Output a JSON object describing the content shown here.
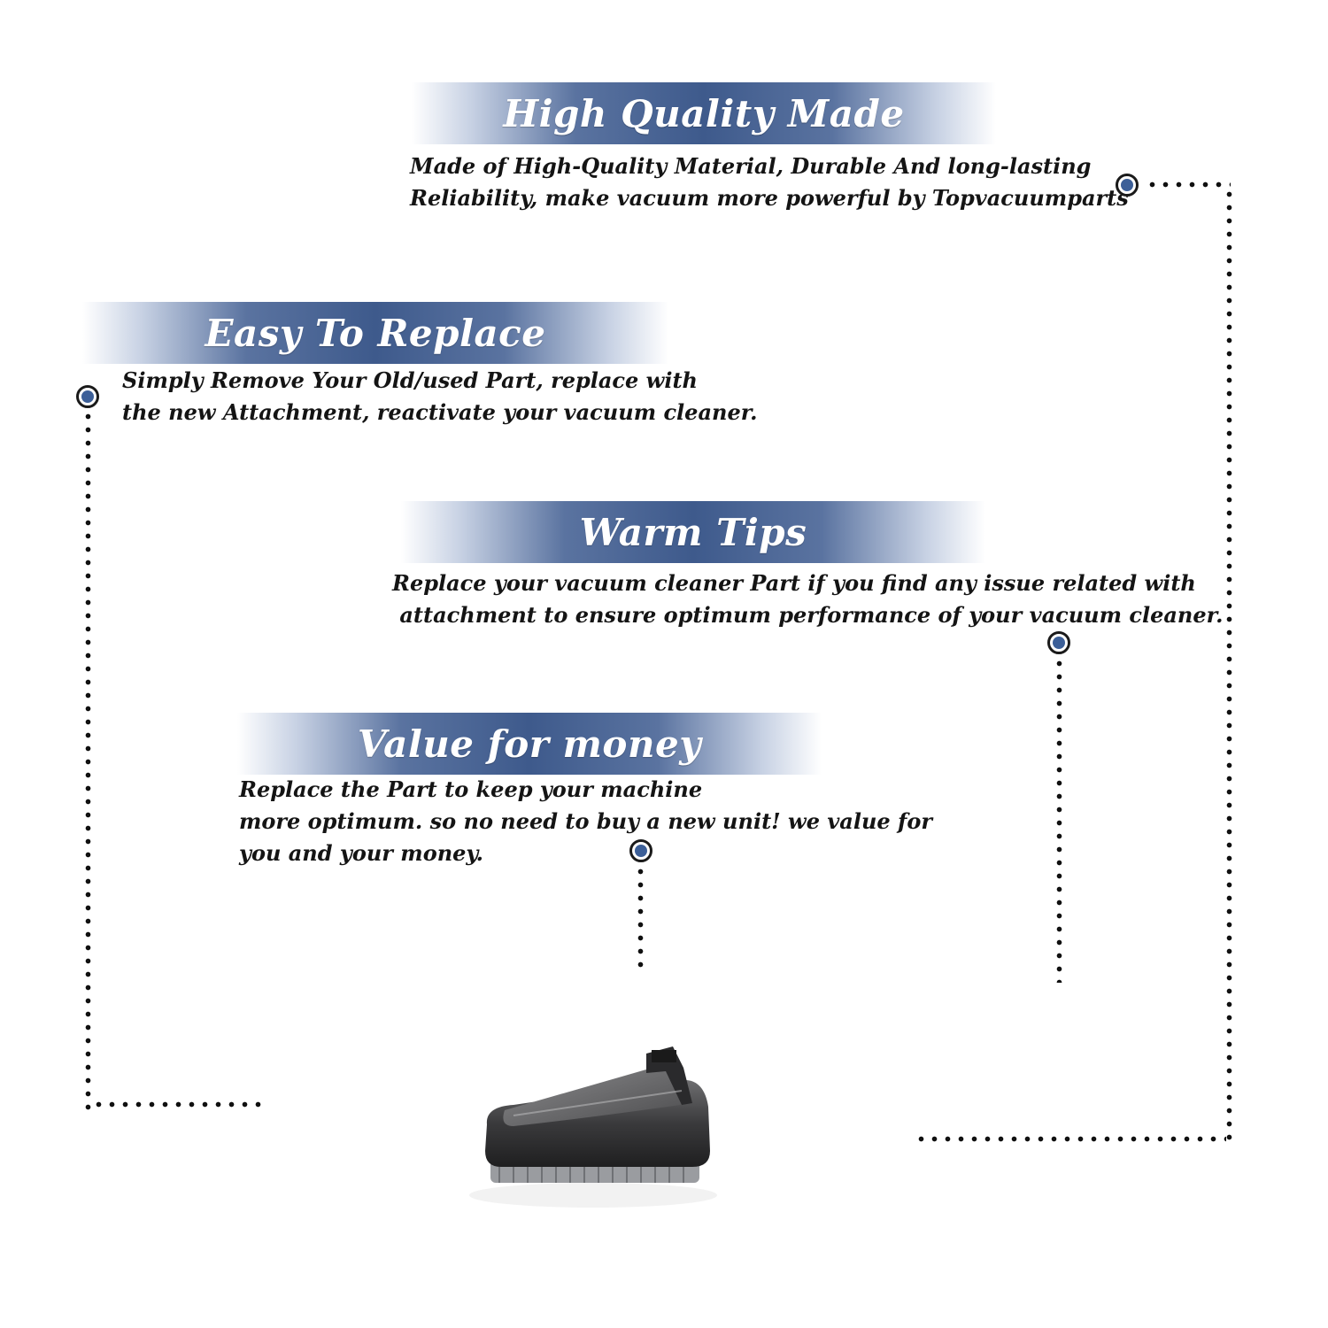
{
  "sections": {
    "high_quality": {
      "title": "High Quality Made",
      "lines": [
        "Made of  High-Quality Material, Durable And long-lasting",
        "Reliability, make vacuum more powerful by Topvacuumparts"
      ]
    },
    "easy_replace": {
      "title": "Easy To Replace",
      "lines": [
        "Simply Remove Your Old/used Part, replace with",
        "the new Attachment, reactivate your vacuum cleaner."
      ]
    },
    "warm_tips": {
      "title": "Warm Tips",
      "lines": [
        "Replace your vacuum cleaner Part if you find any issue related with",
        " attachment to ensure optimum performance of your vacuum cleaner."
      ]
    },
    "value_money": {
      "title": "Value for money",
      "lines": [
        "Replace the Part to keep your machine",
        "more optimum. so no need to buy a new unit! we value for",
        "you and your money."
      ]
    }
  },
  "colors": {
    "banner_accent": "#3e5a8c",
    "marker_dot": "#3c5f98",
    "text": "#141414"
  },
  "icons": {
    "marker": "target-circle-icon",
    "product": "vacuum-brush-attachment"
  }
}
